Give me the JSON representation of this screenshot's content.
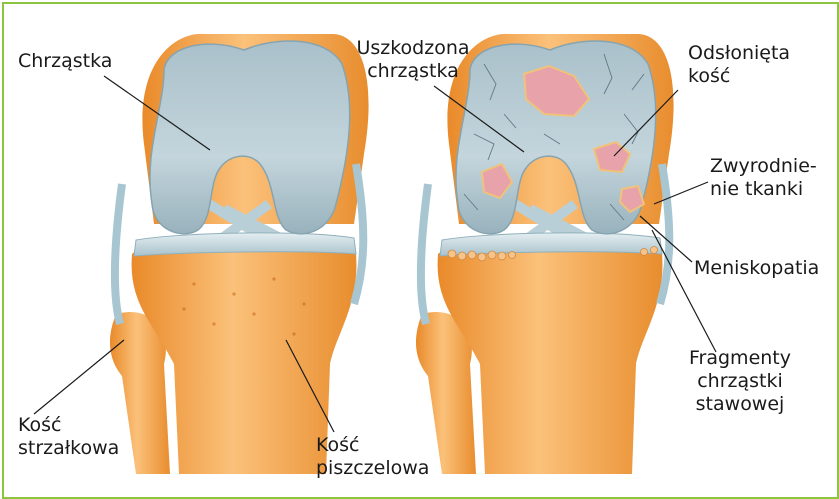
{
  "labels": {
    "chrzastka": "Chrząstka",
    "uszkodzona_1": "Uszkodzona",
    "uszkodzona_2": "chrząstka",
    "odslonieta_1": "Odsłonięta",
    "odslonieta_2": "kość",
    "zwyrodnienie_1": "Zwyrodnie-",
    "zwyrodnienie_2": "nie tkanki",
    "meniskopatia": "Meniskopatia",
    "fragmenty_1": "Fragmenty",
    "fragmenty_2": "chrząstki",
    "fragmenty_3": "stawowej",
    "strzalkowa_1": "Kość",
    "strzalkowa_2": "strzałkowa",
    "piszczelowa_1": "Kość",
    "piszczelowa_2": "piszczelowa"
  },
  "colors": {
    "frame_border": "#8cc63f",
    "bone": "#f3a54c",
    "cartilage": "#b4c8d0",
    "meniscus": "#c9dadf",
    "exposed_bone": "#e39aa3",
    "leader_line": "#1a1a1a"
  }
}
